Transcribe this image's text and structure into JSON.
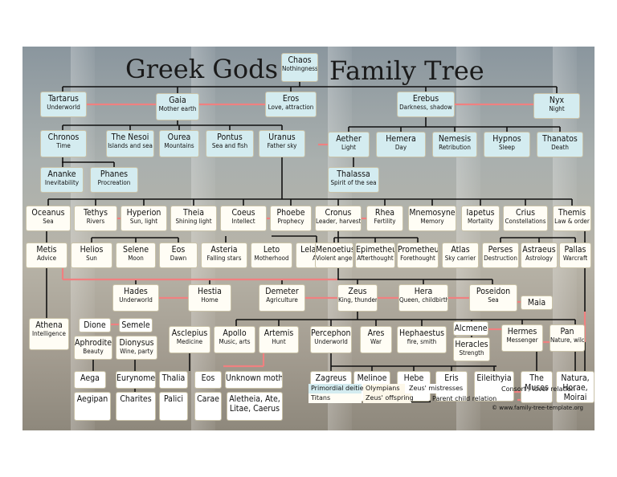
{
  "title_left": "Greek Gods",
  "title_right": "Family Tree",
  "colors": {
    "teal": "#d4ecf0",
    "cream": "#fdf8ea",
    "parent_line": "#111111",
    "consort_line": "#f08080"
  },
  "nodes": [
    {
      "id": "chaos",
      "name": "Chaos",
      "sub": "Nothingness",
      "style": "tk"
    },
    {
      "id": "tartarus",
      "name": "Tartarus",
      "sub": "Underworld",
      "style": "tk"
    },
    {
      "id": "gaia",
      "name": "Gaia",
      "sub": "Mother earth",
      "style": "tk"
    },
    {
      "id": "eros",
      "name": "Eros",
      "sub": "Love, attraction",
      "style": "tk"
    },
    {
      "id": "erebus",
      "name": "Erebus",
      "sub": "Darkness, shadow",
      "style": "tk"
    },
    {
      "id": "nyx",
      "name": "Nyx",
      "sub": "Night",
      "style": "tk"
    },
    {
      "id": "chronos",
      "name": "Chronos",
      "sub": "Time",
      "style": "tk"
    },
    {
      "id": "nesoi",
      "name": "The Nesoi",
      "sub": "Islands and sea",
      "style": "tk"
    },
    {
      "id": "ourea",
      "name": "Ourea",
      "sub": "Mountains",
      "style": "tk"
    },
    {
      "id": "pontus",
      "name": "Pontus",
      "sub": "Sea and fish",
      "style": "tk"
    },
    {
      "id": "uranus",
      "name": "Uranus",
      "sub": "Father sky",
      "style": "tk"
    },
    {
      "id": "aether",
      "name": "Aether",
      "sub": "Light",
      "style": "tk"
    },
    {
      "id": "hemera",
      "name": "Hemera",
      "sub": "Day",
      "style": "tk"
    },
    {
      "id": "nemesis",
      "name": "Nemesis",
      "sub": "Retribution",
      "style": "tk"
    },
    {
      "id": "hypnos",
      "name": "Hypnos",
      "sub": "Sleep",
      "style": "tk"
    },
    {
      "id": "thanatos",
      "name": "Thanatos",
      "sub": "Death",
      "style": "tk"
    },
    {
      "id": "ananke",
      "name": "Ananke",
      "sub": "Inevitability",
      "style": "tk"
    },
    {
      "id": "phanes",
      "name": "Phanes",
      "sub": "Procreation",
      "style": "tk"
    },
    {
      "id": "thalassa",
      "name": "Thalassa",
      "sub": "Spirit of the sea",
      "style": "tk"
    },
    {
      "id": "oceanus",
      "name": "Oceanus",
      "sub": "Sea",
      "style": "cr"
    },
    {
      "id": "tethys",
      "name": "Tethys",
      "sub": "Rivers",
      "style": "cr"
    },
    {
      "id": "hyperion",
      "name": "Hyperion",
      "sub": "Sun, light",
      "style": "cr"
    },
    {
      "id": "theia",
      "name": "Theia",
      "sub": "Shining light",
      "style": "cr"
    },
    {
      "id": "coeus",
      "name": "Coeus",
      "sub": "Intellect",
      "style": "cr"
    },
    {
      "id": "phoebe",
      "name": "Phoebe",
      "sub": "Prophecy",
      "style": "cr"
    },
    {
      "id": "cronus",
      "name": "Cronus",
      "sub": "Leader, harvest",
      "style": "cr"
    },
    {
      "id": "rhea",
      "name": "Rhea",
      "sub": "Fertility",
      "style": "cr"
    },
    {
      "id": "mnemosyne",
      "name": "Mnemosyne",
      "sub": "Memory",
      "style": "cr"
    },
    {
      "id": "iapetus",
      "name": "Iapetus",
      "sub": "Mortality",
      "style": "cr"
    },
    {
      "id": "crius",
      "name": "Crius",
      "sub": "Constellations",
      "style": "cr"
    },
    {
      "id": "themis",
      "name": "Themis",
      "sub": "Law & order",
      "style": "cr"
    },
    {
      "id": "metis",
      "name": "Metis",
      "sub": "Advice",
      "style": "cr"
    },
    {
      "id": "helios",
      "name": "Helios",
      "sub": "Sun",
      "style": "cr"
    },
    {
      "id": "selene",
      "name": "Selene",
      "sub": "Moon",
      "style": "cr"
    },
    {
      "id": "eos1",
      "name": "Eos",
      "sub": "Dawn",
      "style": "cr"
    },
    {
      "id": "asteria",
      "name": "Asteria",
      "sub": "Falling stars",
      "style": "cr"
    },
    {
      "id": "leto",
      "name": "Leto",
      "sub": "Motherhood",
      "style": "cr"
    },
    {
      "id": "lelantos",
      "name": "Lelantos",
      "sub": "Air",
      "style": "cr"
    },
    {
      "id": "menoetius",
      "name": "Menoetius",
      "sub": "Violent anger",
      "style": "cr"
    },
    {
      "id": "epimetheus",
      "name": "Epimetheus",
      "sub": "Afterthought",
      "style": "cr"
    },
    {
      "id": "prometheus",
      "name": "Prometheus",
      "sub": "Forethought",
      "style": "cr"
    },
    {
      "id": "atlas",
      "name": "Atlas",
      "sub": "Sky carrier",
      "style": "cr"
    },
    {
      "id": "perses",
      "name": "Perses",
      "sub": "Destruction",
      "style": "cr"
    },
    {
      "id": "astraeus",
      "name": "Astraeus",
      "sub": "Astrology",
      "style": "cr"
    },
    {
      "id": "pallas",
      "name": "Pallas",
      "sub": "Warcraft",
      "style": "cr"
    },
    {
      "id": "hades",
      "name": "Hades",
      "sub": "Underworld",
      "style": "cr"
    },
    {
      "id": "hestia",
      "name": "Hestia",
      "sub": "Home",
      "style": "cr"
    },
    {
      "id": "demeter",
      "name": "Demeter",
      "sub": "Agriculture",
      "style": "cr"
    },
    {
      "id": "zeus",
      "name": "Zeus",
      "sub": "King, thunder",
      "style": "cr"
    },
    {
      "id": "hera",
      "name": "Hera",
      "sub": "Queen, childbirth",
      "style": "cr"
    },
    {
      "id": "poseidon",
      "name": "Poseidon",
      "sub": "Sea",
      "style": "cr"
    },
    {
      "id": "maia",
      "name": "Maia",
      "sub": "",
      "style": "cr"
    },
    {
      "id": "athena",
      "name": "Athena",
      "sub": "Intelligence",
      "style": "cr"
    },
    {
      "id": "dione",
      "name": "Dione",
      "sub": "",
      "style": "w"
    },
    {
      "id": "aphrodite",
      "name": "Aphrodite",
      "sub": "Beauty",
      "style": "cr"
    },
    {
      "id": "semele",
      "name": "Semele",
      "sub": "",
      "style": "w"
    },
    {
      "id": "dionysus",
      "name": "Dionysus",
      "sub": "Wine, party",
      "style": "cr"
    },
    {
      "id": "asclepius",
      "name": "Asclepius",
      "sub": "Medicine",
      "style": "cr"
    },
    {
      "id": "apollo",
      "name": "Apollo",
      "sub": "Music, arts",
      "style": "cr"
    },
    {
      "id": "artemis",
      "name": "Artemis",
      "sub": "Hunt",
      "style": "cr"
    },
    {
      "id": "percephone",
      "name": "Percephone",
      "sub": "Underworld",
      "style": "cr"
    },
    {
      "id": "ares",
      "name": "Ares",
      "sub": "War",
      "style": "cr"
    },
    {
      "id": "hephaestus",
      "name": "Hephaestus",
      "sub": "fire, smith",
      "style": "cr"
    },
    {
      "id": "alcmene",
      "name": "Alcmene",
      "sub": "",
      "style": "w"
    },
    {
      "id": "heracles",
      "name": "Heracles",
      "sub": "Strength",
      "style": "cr"
    },
    {
      "id": "hermes",
      "name": "Hermes",
      "sub": "Messenger",
      "style": "cr"
    },
    {
      "id": "pan",
      "name": "Pan",
      "sub": "Nature, wild",
      "style": "cr"
    },
    {
      "id": "aega",
      "name": "Aega",
      "sub": "",
      "style": "w"
    },
    {
      "id": "aegipan",
      "name": "Aegipan",
      "sub": "",
      "style": "w"
    },
    {
      "id": "eurynome",
      "name": "Eurynome",
      "sub": "",
      "style": "w"
    },
    {
      "id": "charites",
      "name": "Charites",
      "sub": "",
      "style": "w"
    },
    {
      "id": "thalia",
      "name": "Thalia",
      "sub": "",
      "style": "w"
    },
    {
      "id": "palici",
      "name": "Palici",
      "sub": "",
      "style": "w"
    },
    {
      "id": "eos2",
      "name": "Eos",
      "sub": "",
      "style": "w"
    },
    {
      "id": "carae",
      "name": "Carae",
      "sub": "",
      "style": "w"
    },
    {
      "id": "unknown",
      "name": "Unknown mothers",
      "sub": "",
      "style": "w"
    },
    {
      "id": "aletheia",
      "name": "Aletheia, Ate, Litae, Caerus",
      "sub": "",
      "style": "w"
    },
    {
      "id": "zagreus",
      "name": "Zagreus",
      "sub": "",
      "style": "w"
    },
    {
      "id": "melinoe",
      "name": "Melinoe",
      "sub": "",
      "style": "w"
    },
    {
      "id": "hebe",
      "name": "Hebe",
      "sub": "",
      "style": "w"
    },
    {
      "id": "eris",
      "name": "Eris",
      "sub": "",
      "style": "w"
    },
    {
      "id": "eileithyia",
      "name": "Eileithyia",
      "sub": "",
      "style": "w"
    },
    {
      "id": "muses",
      "name": "The Muses",
      "sub": "",
      "style": "w"
    },
    {
      "id": "natura",
      "name": "Natura, Horae, Moirai",
      "sub": "",
      "style": "w"
    }
  ],
  "legend": {
    "primordial": "Primordial deities",
    "olympians": "Olympians",
    "mistresses": "Zeus' mistresses",
    "titans": "Titans",
    "offspring": "Zeus' offspring",
    "consort": "Consort / lover relation",
    "parent_child": "Parent child relation"
  },
  "footer": "© www.family-tree-template.org"
}
